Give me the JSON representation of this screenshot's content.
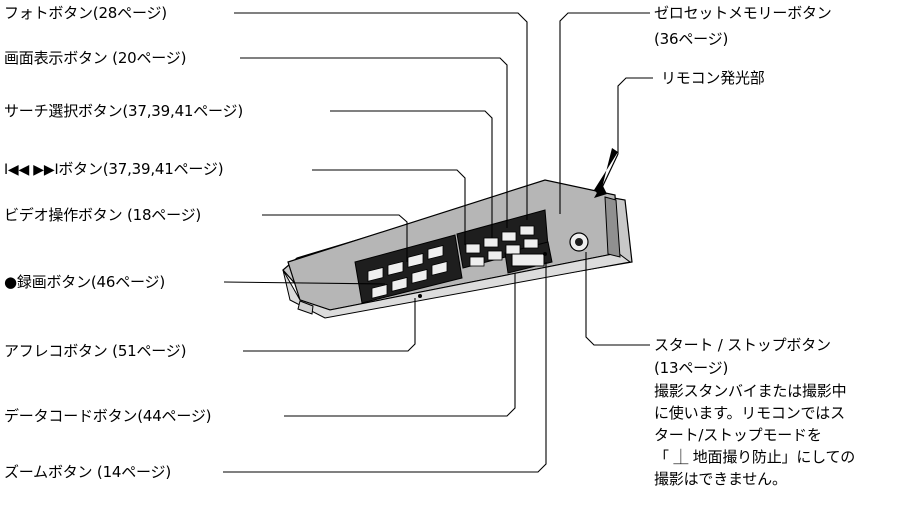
{
  "labels": {
    "photo": "フォトボタン(28ページ)",
    "display": "画面表示ボタン (20ページ)",
    "search_select": "サーチ選択ボタン(37,39,41ページ)",
    "skip_suffix": "ボタン(37,39,41ページ)",
    "skip_marks": "I◀◀ ▶▶I",
    "video_op": "ビデオ操作ボタン (18ページ)",
    "rec": "●録画ボタン(46ページ)",
    "afureko": "アフレコボタン (51ページ)",
    "datacode": "データコードボタン(44ページ)",
    "zoom": "ズームボタン (14ページ)",
    "zero_set_1": "ゼロセットメモリーボタン",
    "zero_set_2": "(36ページ)",
    "ir": "リモコン発光部",
    "start_stop_1": "スタート / ストップボタン",
    "start_stop_2": "(13ページ)",
    "note_lines": [
      "撮影スタンバイまたは撮影中",
      "に使います。リモコンではス",
      "タート/ストップモードを",
      "「 ⏊ 地面撮り防止」にしての",
      "撮影はできません。"
    ]
  }
}
